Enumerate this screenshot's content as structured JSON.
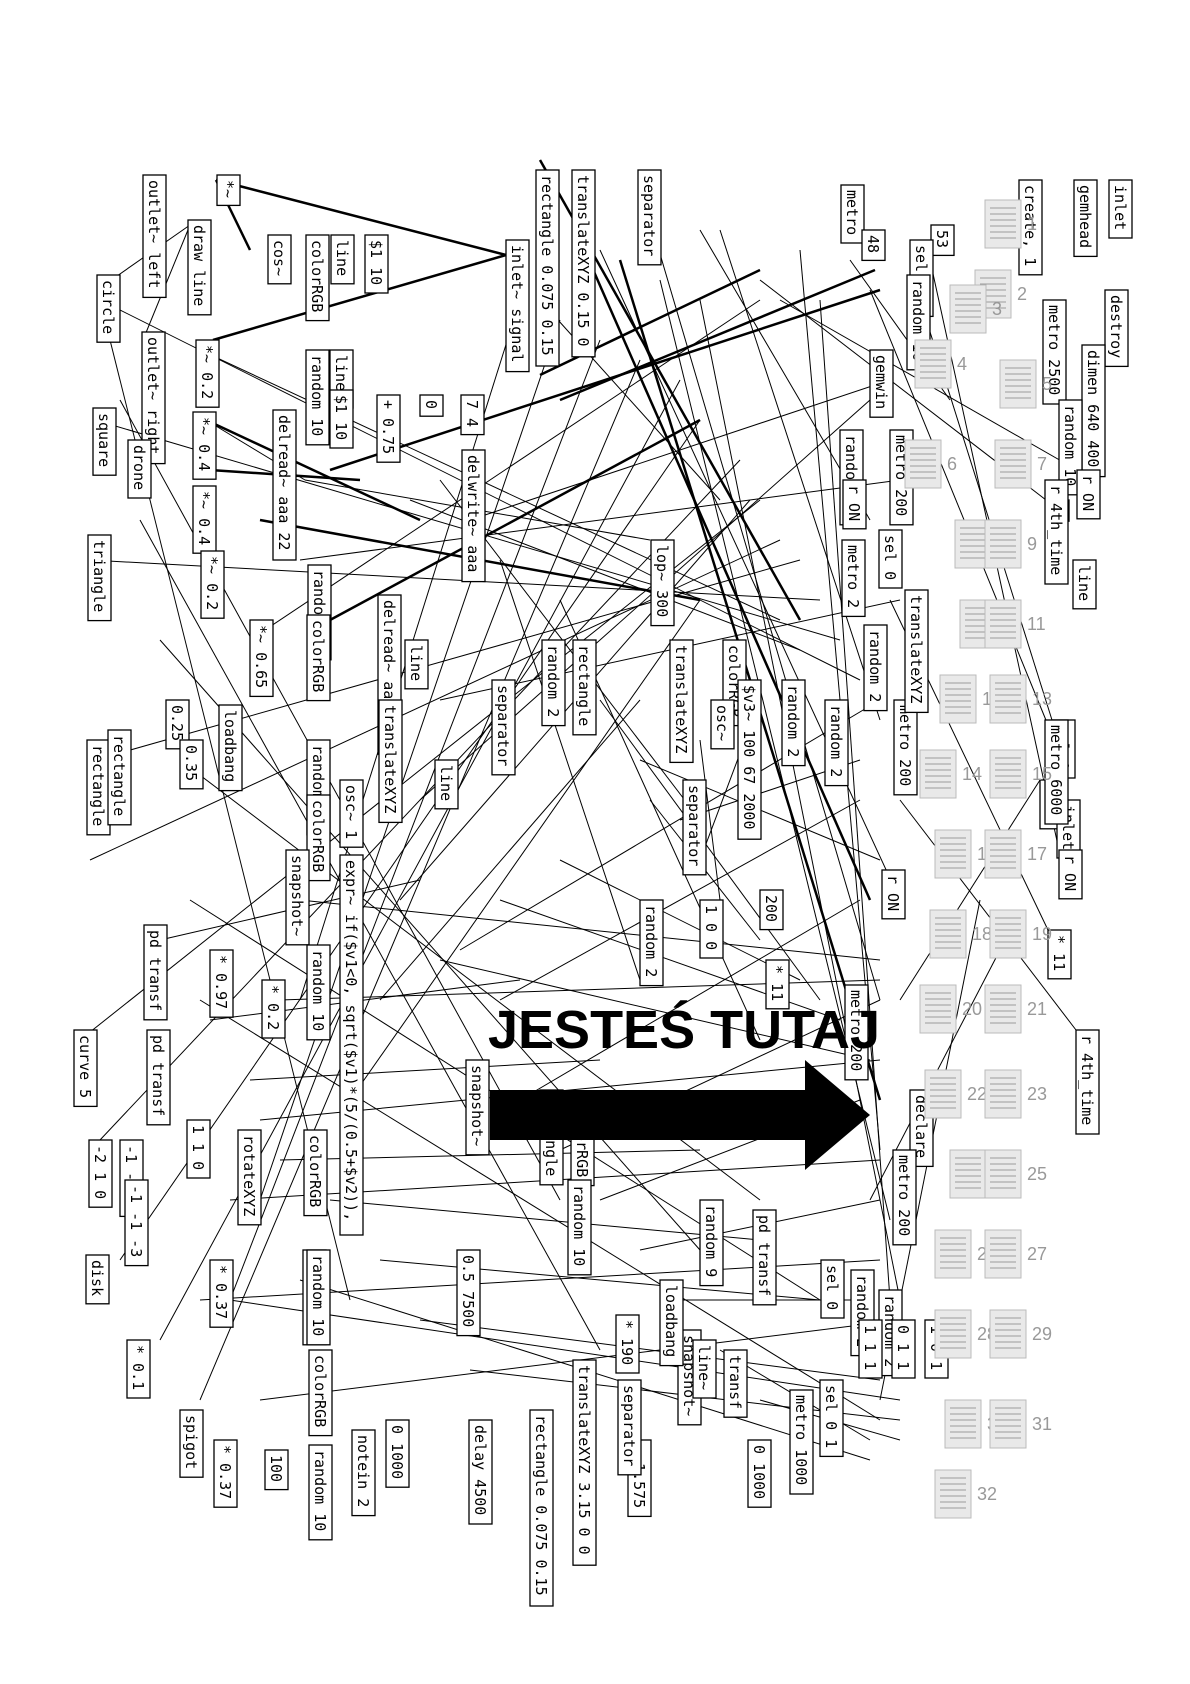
{
  "banner": {
    "text": "JESTEŚ TUTAJ",
    "color": "#000000"
  },
  "objects": [
    "outlet~ left",
    "*~",
    "draw line",
    "circle",
    "cos~",
    "colorRGB",
    "line",
    "$1 10",
    "rectangle 0.075 0.15",
    "translateXYZ 0.15 0",
    "separator",
    "inlet~ signal",
    "square",
    "outlet~ right",
    "drone",
    "*~ 0.4",
    "*~ 0.2",
    "random 10",
    "line~",
    "delread~ aaa 22",
    "$1 10",
    "+ 0.75",
    "0",
    "7 4",
    "delwrite~ aaa",
    "triangle",
    "*~ 0.4",
    "*~ 0.2",
    "random 10",
    "colorRGB",
    "*~ 0.65",
    "delread~ aaa 333",
    "line",
    "rectangle",
    "rectangle",
    "loadbang",
    "0.25",
    "0.35",
    "random 10",
    "translateXYZ",
    "separator",
    "osc~ 1",
    "colorRGB",
    "snapshot~",
    "expr~ if($v1<0, sqrt($v1)*(5/(0.5+$v2)),",
    "line",
    "pd transf",
    "* 0.97",
    "random 10",
    "* 0.2",
    "curve 5",
    "pd transf",
    "1 1 0",
    "-1 -1 0",
    "-2 1 0",
    "-1 -1 -3",
    "rotateXYZ",
    "colorRGB",
    "random 10",
    "disk",
    "* 0.1",
    "* 0.37",
    "random 10",
    "spigot",
    "* 0.37",
    "100",
    "random 10",
    "colorRGB",
    "notein 2",
    "0 1000",
    "delay 4500",
    "0.5 7500",
    "snapshot~",
    "rectangle",
    "colorRGB",
    "random 10",
    "rectangle 0.075 0.15",
    "translateXYZ 3.15 0 0",
    "- 1.575",
    "separator",
    "* 190",
    "snapshot~",
    "loadbang",
    "line~",
    "transf",
    "0 1000",
    "random 9",
    "pd transf",
    "sel 0",
    "random 2",
    "metro 1000",
    "sel 0 1",
    "random 2",
    "metro",
    "48",
    "53",
    "sel 1 2",
    "gemwin",
    "metro 200",
    "random 60",
    "random 10",
    "r ON",
    "metro 2",
    "sel 0",
    "random 2",
    "metro 200",
    "random 2",
    "rectangle",
    "translateXYZ",
    "colorRGB",
    "osc~",
    "lop~ 300",
    "separator",
    "$v3~ 100 67 2000",
    "random 2",
    "random 2",
    "metro 200",
    "declare",
    "metro 200",
    "translateXYZ",
    "sel 0",
    "r ON",
    "inlet",
    "r ON",
    "* 11",
    "r 4th_time",
    "inlet",
    "gemhead",
    "create, 1",
    "destroy",
    "dimen 640 400",
    "metro 2500",
    "random 10",
    "1",
    "r ON",
    "line",
    "r 4th_time",
    "metro 6000",
    "* 11",
    "r ON",
    "200",
    "random 2",
    "1 0 0",
    "1 1 1",
    "0 1 1",
    "1 0 1"
  ],
  "thumbnails": [
    "1",
    "2",
    "3",
    "4",
    "5",
    "6",
    "7",
    "8",
    "9",
    "10",
    "11",
    "12",
    "13",
    "14",
    "15",
    "16",
    "17",
    "18",
    "19",
    "20",
    "21",
    "22",
    "23",
    "24",
    "25",
    "26",
    "27",
    "28",
    "29",
    "30",
    "31",
    "32"
  ]
}
